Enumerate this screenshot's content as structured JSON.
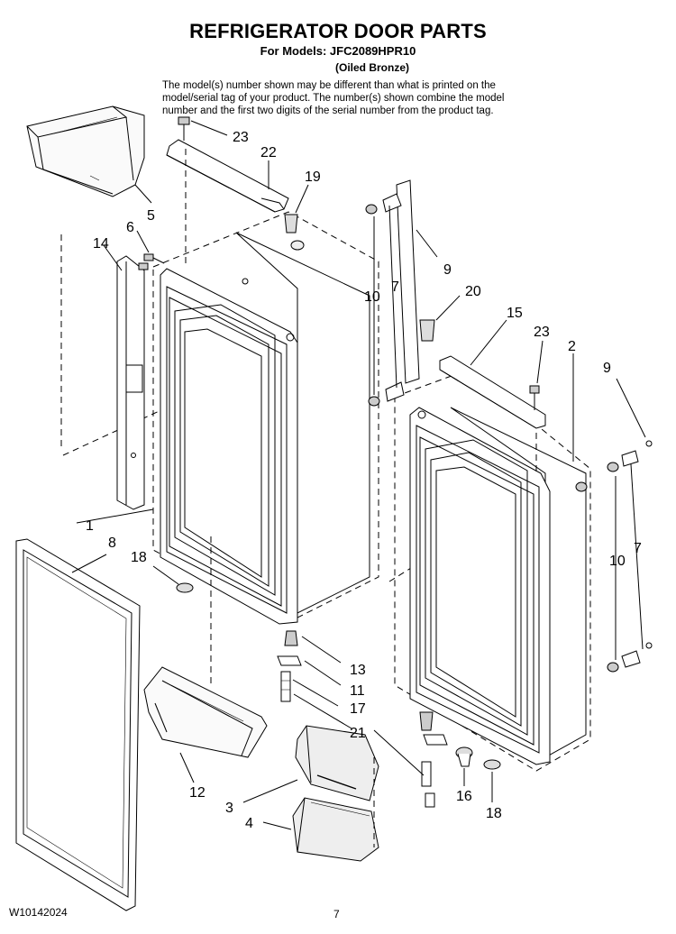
{
  "header": {
    "title": "REFRIGERATOR DOOR PARTS",
    "models_line": "For Models: JFC2089HPR10",
    "finish_line": "(Oiled Bronze)",
    "note_lines": [
      "The model(s) number shown may be different than what is printed on the",
      "model/serial tag of your product. The number(s) shown combine the model",
      "number and the first two digits of the serial number from the product tag."
    ]
  },
  "callouts": {
    "c23a": "23",
    "c22": "22",
    "c19": "19",
    "c5": "5",
    "c6": "6",
    "c14": "14",
    "c9a": "9",
    "c10a": "10",
    "c7a": "7",
    "c20": "20",
    "c15": "15",
    "c23b": "23",
    "c2": "2",
    "c9b": "9",
    "c1": "1",
    "c8": "8",
    "c18a": "18",
    "c10b": "10",
    "c7b": "7",
    "c13": "13",
    "c11": "11",
    "c17": "17",
    "c21": "21",
    "c12": "12",
    "c3": "3",
    "c4": "4",
    "c16": "16",
    "c18b": "18"
  },
  "footer": {
    "doc_number": "W10142024",
    "page_number": "7"
  }
}
